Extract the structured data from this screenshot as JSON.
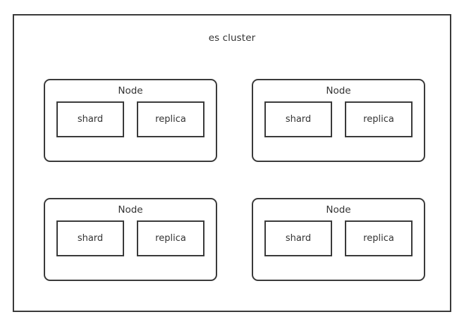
{
  "diagram": {
    "title": "es cluster",
    "background_color": "#ffffff",
    "stroke_color": "#3a3a3a",
    "text_color": "#333333",
    "nodes": [
      {
        "label": "Node",
        "parts": [
          {
            "label": "shard"
          },
          {
            "label": "replica"
          }
        ]
      },
      {
        "label": "Node",
        "parts": [
          {
            "label": "shard"
          },
          {
            "label": "replica"
          }
        ]
      },
      {
        "label": "Node",
        "parts": [
          {
            "label": "shard"
          },
          {
            "label": "replica"
          }
        ]
      },
      {
        "label": "Node",
        "parts": [
          {
            "label": "shard"
          },
          {
            "label": "replica"
          }
        ]
      }
    ]
  }
}
